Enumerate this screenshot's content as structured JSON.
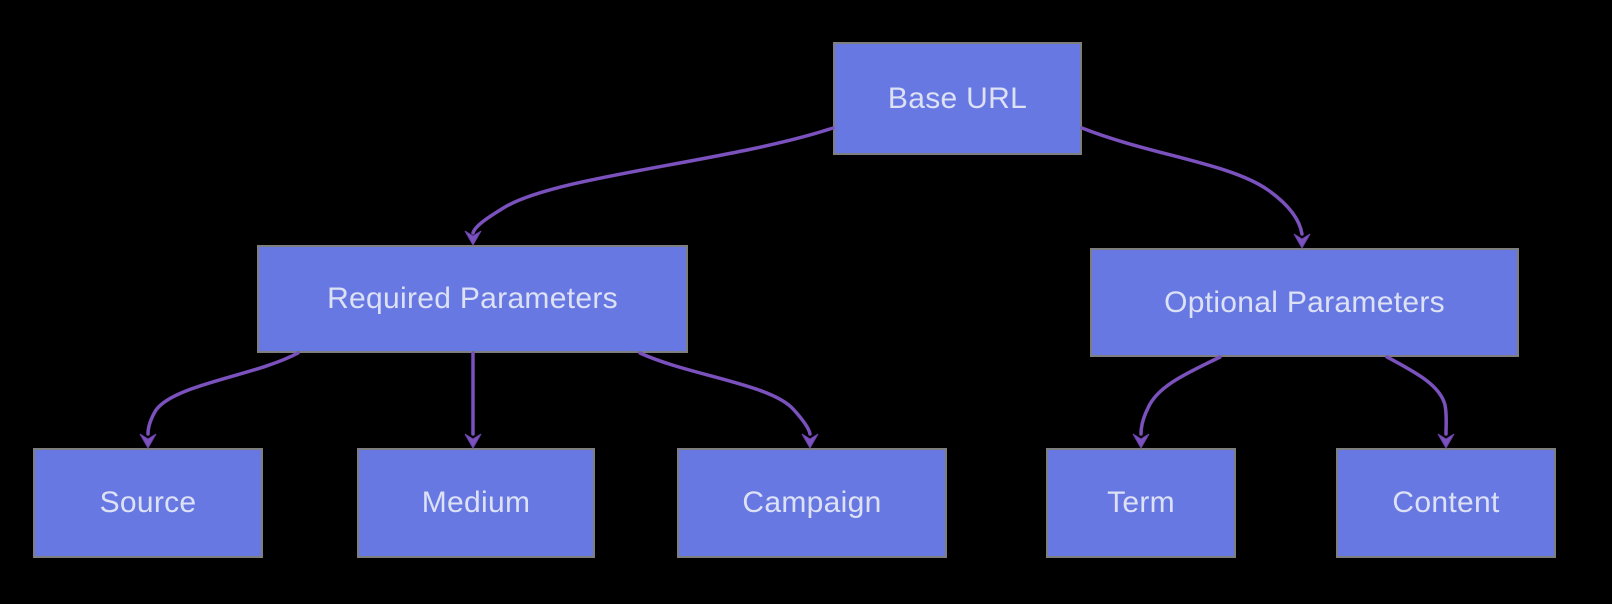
{
  "diagram": {
    "type": "flowchart",
    "nodes": [
      {
        "id": "base-url",
        "label": "Base URL"
      },
      {
        "id": "required-parameters",
        "label": "Required Parameters"
      },
      {
        "id": "optional-parameters",
        "label": "Optional Parameters"
      },
      {
        "id": "source",
        "label": "Source"
      },
      {
        "id": "medium",
        "label": "Medium"
      },
      {
        "id": "campaign",
        "label": "Campaign"
      },
      {
        "id": "term",
        "label": "Term"
      },
      {
        "id": "content",
        "label": "Content"
      }
    ],
    "edges": [
      {
        "from": "base-url",
        "to": "required-parameters"
      },
      {
        "from": "base-url",
        "to": "optional-parameters"
      },
      {
        "from": "required-parameters",
        "to": "source"
      },
      {
        "from": "required-parameters",
        "to": "medium"
      },
      {
        "from": "required-parameters",
        "to": "campaign"
      },
      {
        "from": "optional-parameters",
        "to": "term"
      },
      {
        "from": "optional-parameters",
        "to": "content"
      }
    ],
    "colors": {
      "background": "#000000",
      "node_fill": "#6778e3",
      "node_border": "#7e7e7e",
      "node_text": "#dde1f4",
      "edge": "#7a51bd"
    }
  }
}
